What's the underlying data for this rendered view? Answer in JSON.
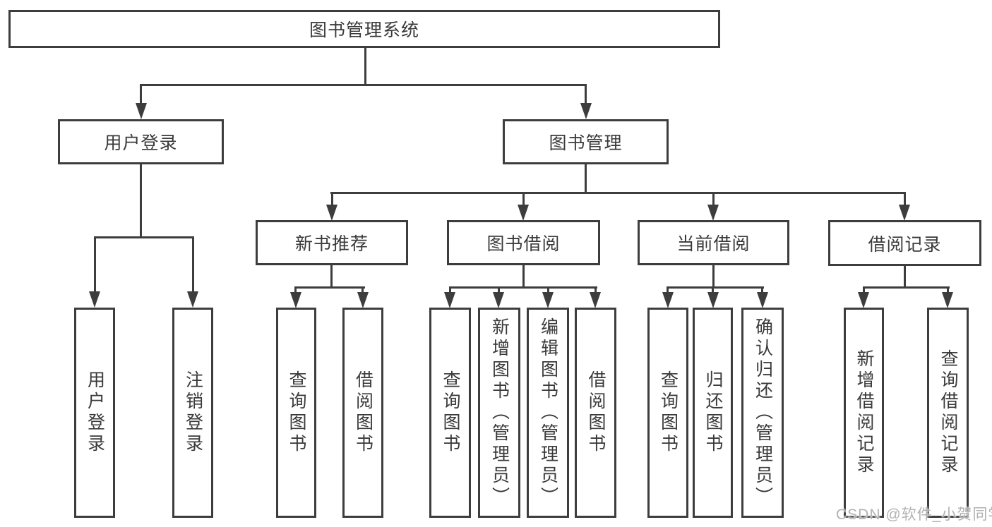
{
  "diagram": {
    "type": "hierarchy-tree",
    "watermark": "CSDN @软件_小贺同学",
    "colors": {
      "line": "#3d3d3d",
      "text": "#3a3a3a",
      "watermark": "#b2b2b2",
      "bg": "#ffffff"
    },
    "root": {
      "label": "图书管理系统"
    },
    "branches": [
      {
        "label": "用户登录",
        "children": [
          {
            "label": "用户登录"
          },
          {
            "label": "注销登录"
          }
        ]
      },
      {
        "label": "图书管理",
        "children": [
          {
            "label": "新书推荐",
            "children": [
              {
                "label": "查询图书"
              },
              {
                "label": "借阅图书"
              }
            ]
          },
          {
            "label": "图书借阅",
            "children": [
              {
                "label": "查询图书"
              },
              {
                "label": "新增图书（管理员）"
              },
              {
                "label": "编辑图书（管理员）"
              },
              {
                "label": "借阅图书"
              }
            ]
          },
          {
            "label": "当前借阅",
            "children": [
              {
                "label": "查询图书"
              },
              {
                "label": "归还图书"
              },
              {
                "label": "确认归还（管理员）"
              }
            ]
          },
          {
            "label": "借阅记录",
            "children": [
              {
                "label": "新增借阅记录"
              },
              {
                "label": "查询借阅记录"
              }
            ]
          }
        ]
      }
    ]
  }
}
